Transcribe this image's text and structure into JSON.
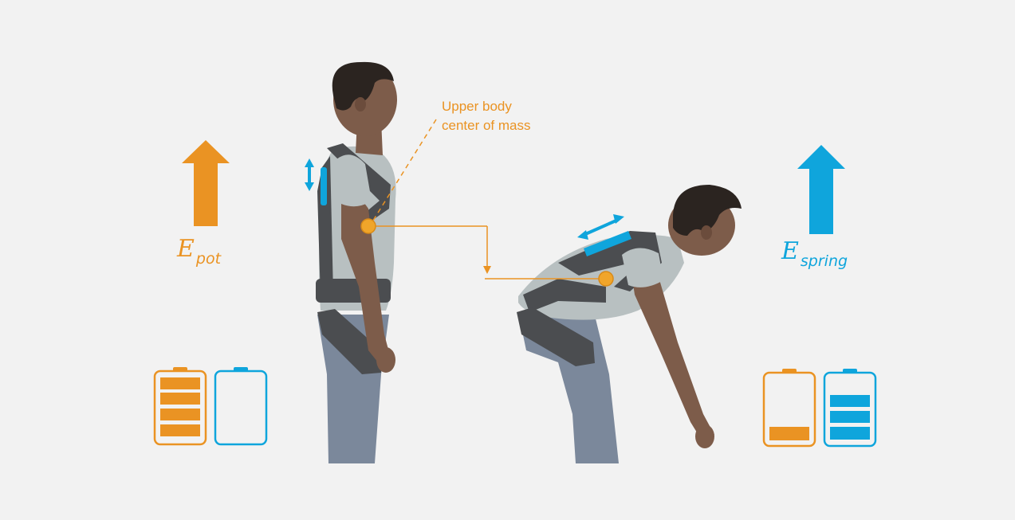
{
  "labels": {
    "center_of_mass_line1": "Upper body",
    "center_of_mass_line2": "center of mass",
    "e_pot_main": "E",
    "e_pot_sub": "pot",
    "e_spring_main": "E",
    "e_spring_sub": "spring"
  },
  "colors": {
    "orange": "#ea9323",
    "blue": "#0fa5dc",
    "harness": "#4b4d50",
    "shirt": "#b8c0c1",
    "pants": "#7b889b",
    "skin": "#7d5c4a",
    "hair": "#2b2420"
  },
  "batteries": {
    "standing": {
      "potential_fill": 1.0,
      "spring_fill": 0.0
    },
    "bending": {
      "potential_fill": 0.25,
      "spring_fill": 0.75
    }
  },
  "arrows": {
    "potential_direction": "up",
    "spring_direction": "up",
    "center_of_mass_shift": "down"
  }
}
